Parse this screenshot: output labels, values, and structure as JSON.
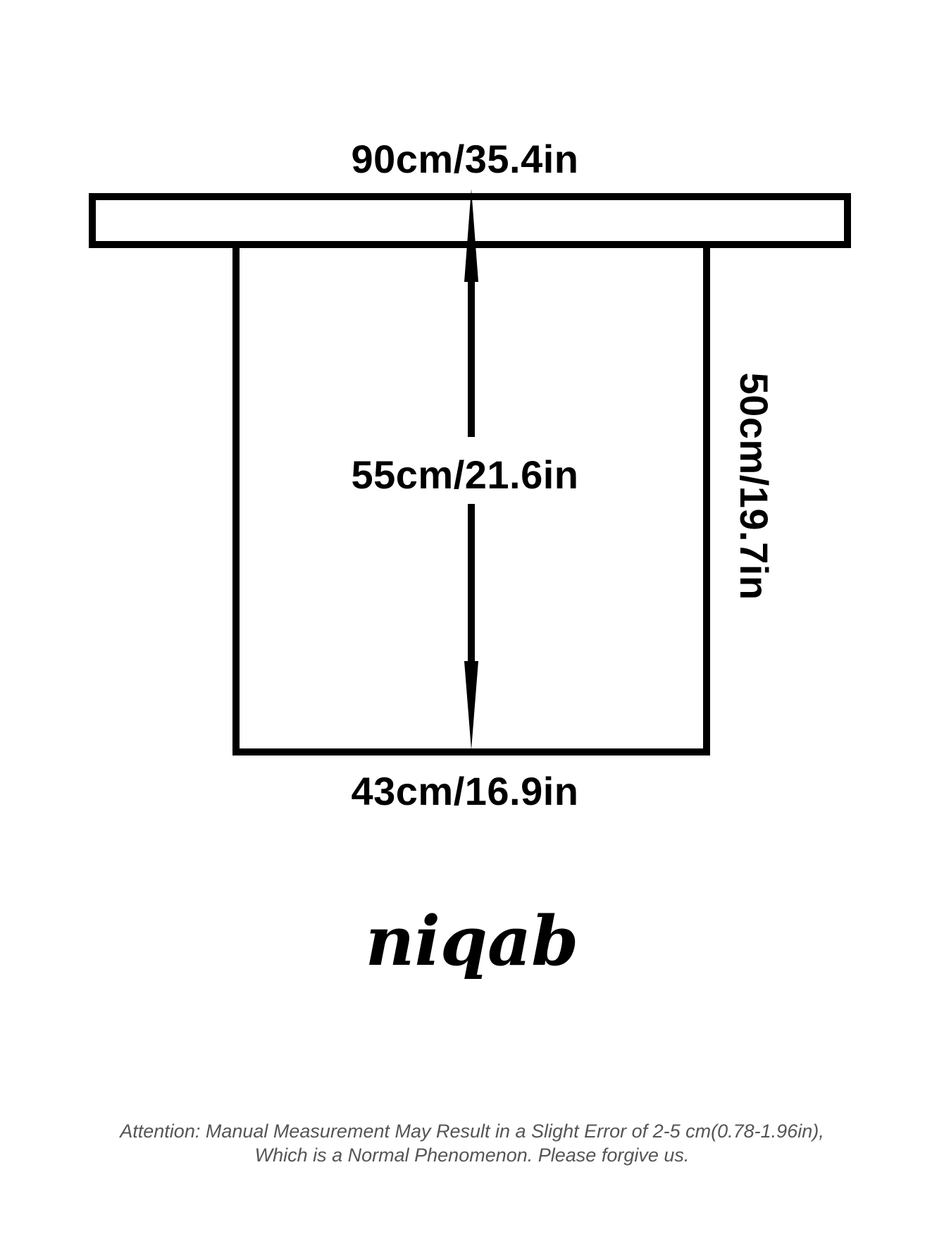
{
  "diagram": {
    "title": "niqab",
    "measurements": {
      "top_width": "90cm/35.4in",
      "center_length": "55cm/21.6in",
      "side_height": "50cm/19.7in",
      "bottom_width": "43cm/16.9in"
    },
    "note": {
      "line1": "Attention: Manual Measurement May Result in a Slight Error of 2-5 cm(0.78-1.96in),",
      "line2": "Which is a Normal Phenomenon. Please forgive us."
    },
    "colors": {
      "stroke": "#000000",
      "background": "#ffffff",
      "note_text": "#555555"
    }
  }
}
